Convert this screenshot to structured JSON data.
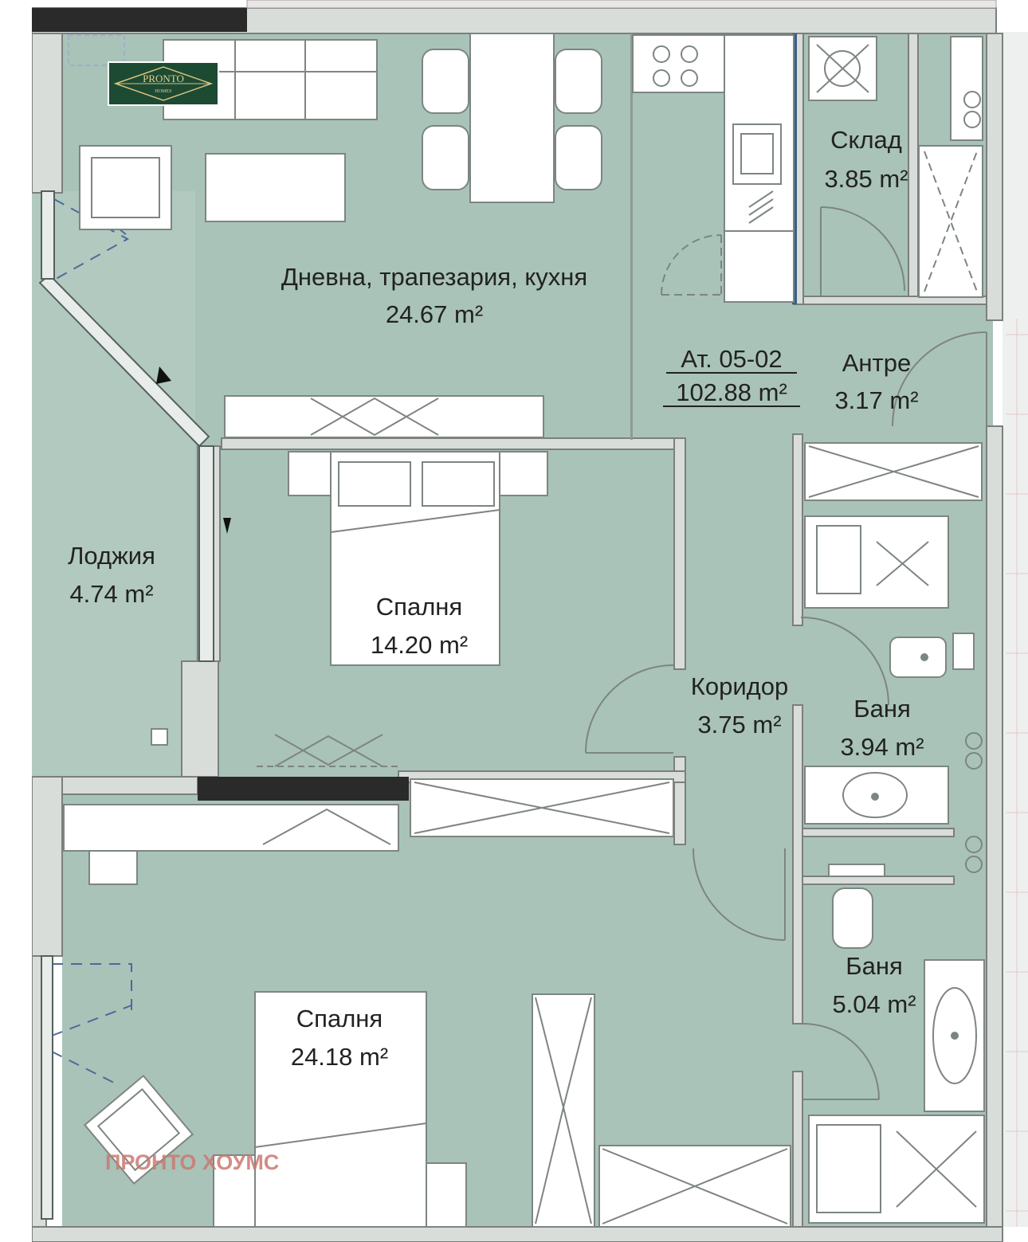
{
  "plan": {
    "unit": {
      "name": "Ат. 05-02",
      "area": "102.88 m²"
    },
    "rooms": [
      {
        "id": "living",
        "name": "Дневна, трапезария, кухня",
        "area": "24.67 m²"
      },
      {
        "id": "storage",
        "name": "Склад",
        "area": "3.85 m²"
      },
      {
        "id": "entrance",
        "name": "Антре",
        "area": "3.17 m²"
      },
      {
        "id": "loggia",
        "name": "Лоджия",
        "area": "4.74 m²"
      },
      {
        "id": "bedroom1",
        "name": "Спалня",
        "area": "14.20 m²"
      },
      {
        "id": "corridor",
        "name": "Коридор",
        "area": "3.75 m²"
      },
      {
        "id": "bath1",
        "name": "Баня",
        "area": "3.94 m²"
      },
      {
        "id": "bath2",
        "name": "Баня",
        "area": "5.04 m²"
      },
      {
        "id": "bedroom2",
        "name": "Спалня",
        "area": "24.18 m²"
      }
    ]
  },
  "logo": {
    "text": "PRONTO",
    "subtext": "HOMES"
  },
  "watermark": {
    "text": "ПРОНТО ХОУМС"
  },
  "colors": {
    "floor": "#a9c3b8",
    "wall": "#d9ddda",
    "wall_dark": "#2a2a2a",
    "furniture": "#ffffff",
    "logo_bg": "#1d4a33",
    "logo_gold": "#d8c27a",
    "watermark": "#c97a72"
  }
}
